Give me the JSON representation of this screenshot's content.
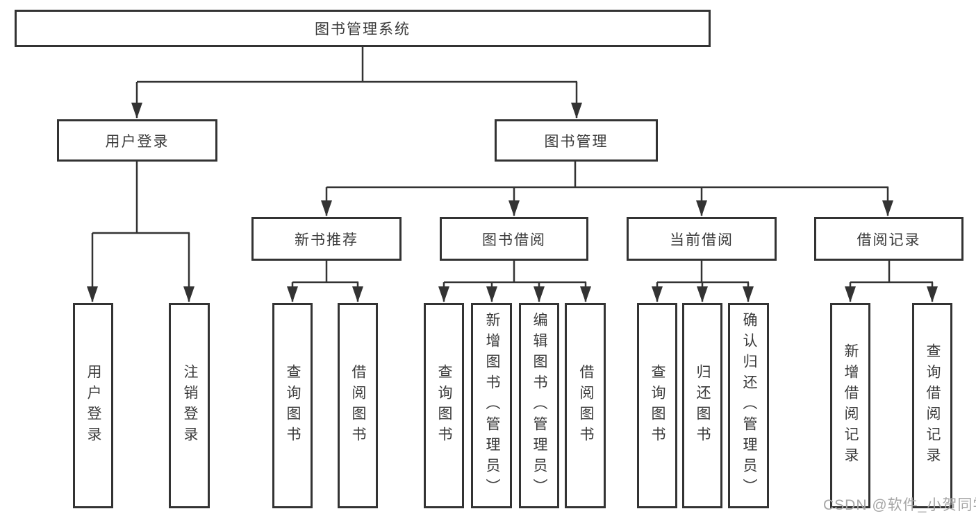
{
  "colors": {
    "line": "#333333",
    "box_border": "#333333",
    "text": "#3a3a3a",
    "background": "#ffffff",
    "watermark": "#a6a6a6"
  },
  "watermark": {
    "text": "CSDN @软件_小贺同学"
  },
  "tree": {
    "root": "图书管理系统",
    "children": [
      {
        "label": "用户登录",
        "children": [
          "用户登录",
          "注销登录"
        ]
      },
      {
        "label": "图书管理",
        "children": [
          {
            "label": "新书推荐",
            "children": [
              "查询图书",
              "借阅图书"
            ]
          },
          {
            "label": "图书借阅",
            "children": [
              "查询图书",
              "新增图书（管理员）",
              "编辑图书（管理员）",
              "借阅图书"
            ]
          },
          {
            "label": "当前借阅",
            "children": [
              "查询图书",
              "归还图书",
              "确认归还（管理员）"
            ]
          },
          {
            "label": "借阅记录",
            "children": [
              "新增借阅记录",
              "查询借阅记录"
            ]
          }
        ]
      }
    ]
  }
}
